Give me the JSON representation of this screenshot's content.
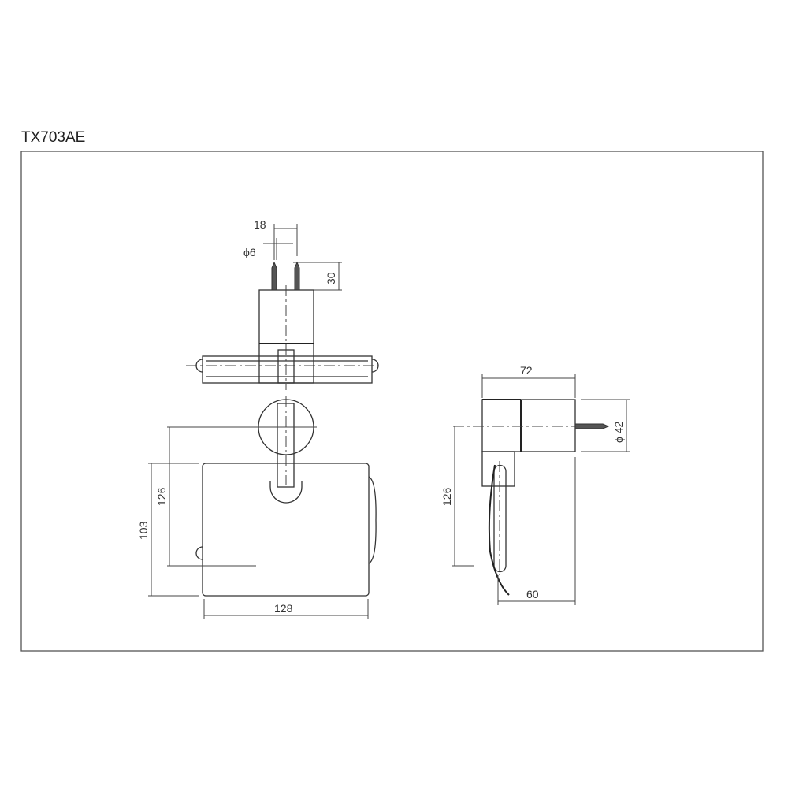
{
  "title": "TX703AE",
  "top_view": {
    "dim_width": "18",
    "dim_diameter": "ϕ6",
    "dim_depth": "30"
  },
  "front_view": {
    "dim_height_center": "126",
    "dim_height": "103",
    "dim_width": "128"
  },
  "side_view": {
    "dim_depth": "72",
    "dim_diameter": "ϕ 42",
    "dim_height_center": "126",
    "dim_arm": "60"
  }
}
